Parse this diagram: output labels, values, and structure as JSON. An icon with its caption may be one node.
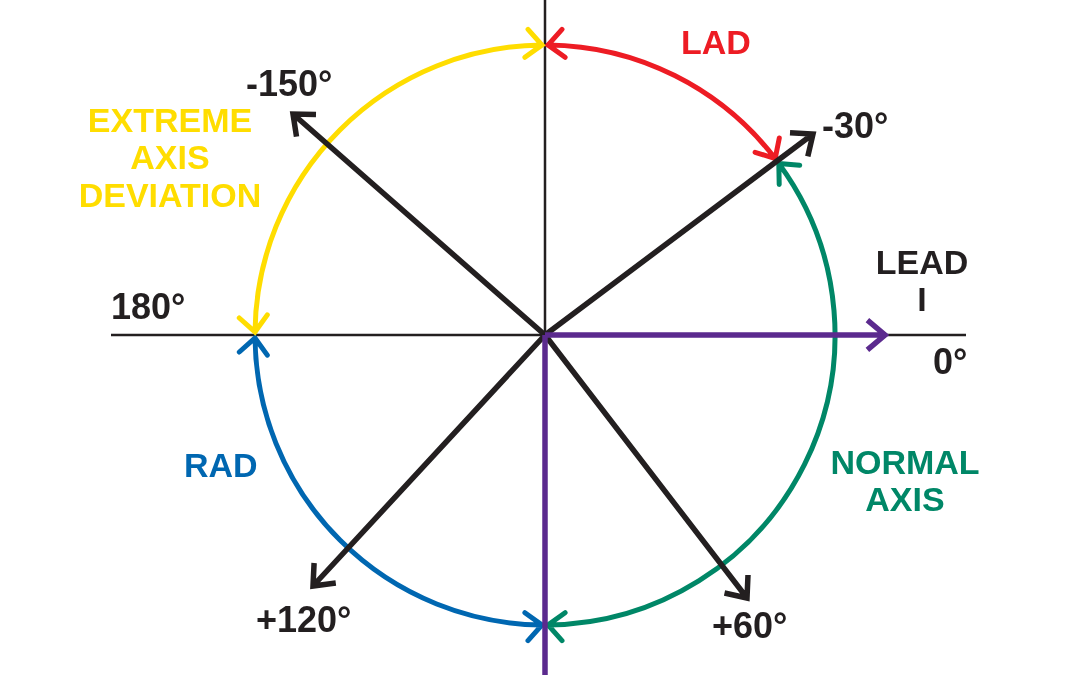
{
  "diagram": {
    "labels": [
      "LAD",
      "-150°",
      "EXTREME AXIS DEVIATION",
      "-30°",
      "LEAD I",
      "180°",
      "0°",
      "RAD",
      "NORMAL AXIS",
      "+120°",
      "+60°"
    ]
  }
}
